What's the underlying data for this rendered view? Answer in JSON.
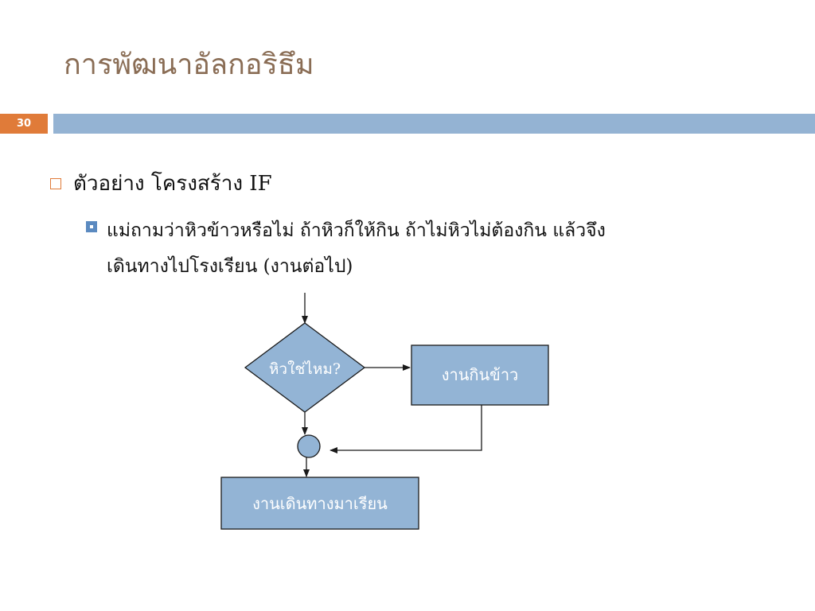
{
  "slide": {
    "title": "การพัฒนาอัลกอริธึม",
    "number": "30"
  },
  "content": {
    "bullet1": "ตัวอย่าง โครงสร้าง IF",
    "bullet2_line1": "แม่ถามว่าหิวข้าวหรือไม่ ถ้าหิวก็ให้กิน ถ้าไม่หิวไม่ต้องกิน แล้วจึง",
    "bullet2_line2": "เดินทางไปโรงเรียน (งานต่อไป)"
  },
  "flowchart": {
    "decision": "หิวใช่ไหม?",
    "action_yes": "งานกินข้าว",
    "next_task": "งานเดินทางมาเรียน",
    "colors": {
      "shape_fill": "#93b4d5",
      "shape_stroke": "#1a1a1a",
      "text": "#ffffff"
    }
  },
  "colors": {
    "accent": "#e07b39",
    "title_bar": "#94b3d3",
    "title_text": "#8a6d55"
  }
}
